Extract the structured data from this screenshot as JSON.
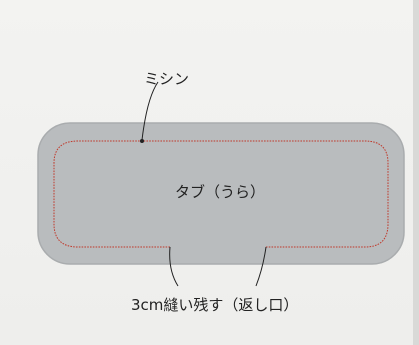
{
  "diagram": {
    "labels": {
      "machine": "ミシン",
      "tab": "タブ（うら）",
      "opening": "3cm縫い残す（返し口）"
    },
    "colors": {
      "background": "#eeeeec",
      "fabric": "#b9bcbe",
      "fabric_edge": "#a9acae",
      "stitch": "#c0392b",
      "leader": "#222222"
    }
  }
}
